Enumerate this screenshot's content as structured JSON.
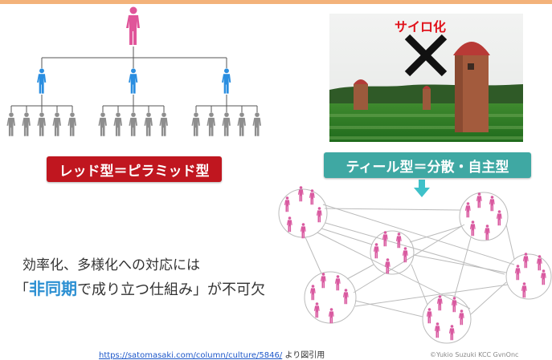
{
  "labels": {
    "red_type": "レッド型＝ピラミッド型",
    "teal_type": "ティール型＝分散・自主型",
    "silo": "サイロ化"
  },
  "caption": {
    "line1": "効率化、多様化への対応には",
    "open_bracket": "「",
    "emphasis": "非同期",
    "line2_rest": "で成り立つ仕組み」が不可欠"
  },
  "source": {
    "url": "https://satomasaki.com/column/culture/5846/",
    "suffix": "より図引用"
  },
  "credit": "©Yukio Suzuki  KCC GvnOnc",
  "colors": {
    "red_label": "#c0161f",
    "teal_label": "#3fa8a3",
    "leader_pink": "#e0559a",
    "manager_blue": "#2a8ee0",
    "staff_gray": "#8e8e8e",
    "cluster_pink": "#d95aa0",
    "accent_blue": "#2b8fd2"
  }
}
